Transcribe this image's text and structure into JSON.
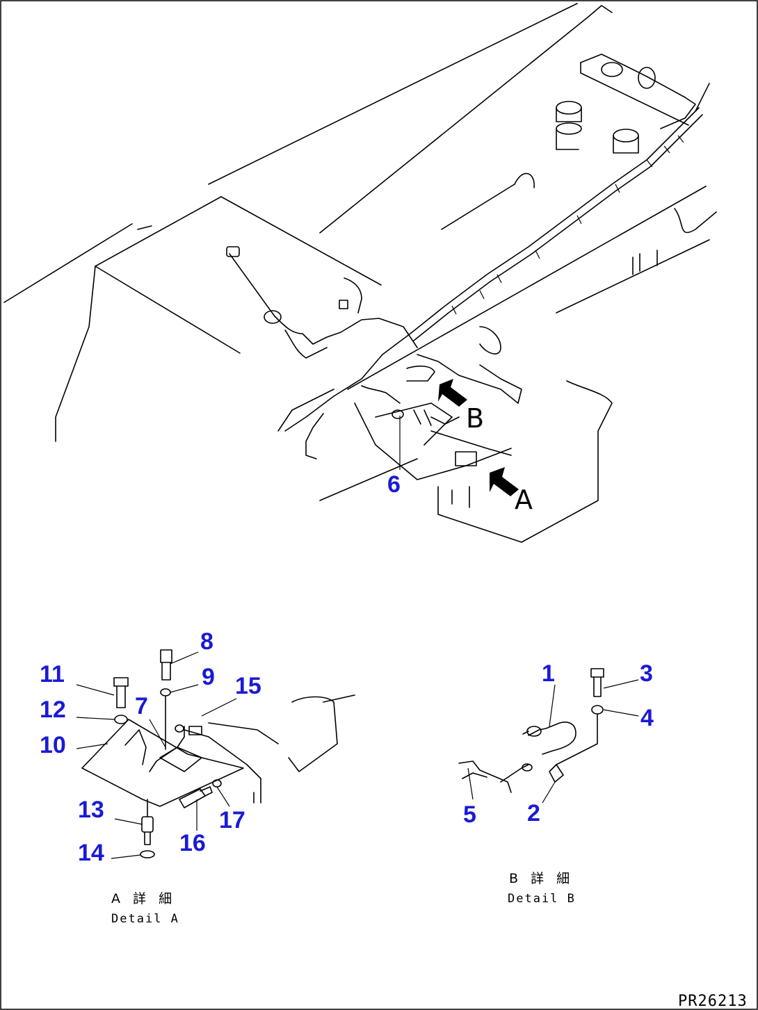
{
  "drawing_code": "PR26213",
  "detail_a": {
    "caption_jp": "A 詳 細",
    "caption_en": "Detail A"
  },
  "detail_b": {
    "caption_jp": "B 詳 細",
    "caption_en": "Detail B"
  },
  "view_arrows": {
    "a": "A",
    "b": "B"
  },
  "callouts": {
    "c1": "1",
    "c2": "2",
    "c3": "3",
    "c4": "4",
    "c5": "5",
    "c6": "6",
    "c7": "7",
    "c8": "8",
    "c9": "9",
    "c10": "10",
    "c11": "11",
    "c12": "12",
    "c13": "13",
    "c14": "14",
    "c15": "15",
    "c16": "16",
    "c17": "17"
  }
}
